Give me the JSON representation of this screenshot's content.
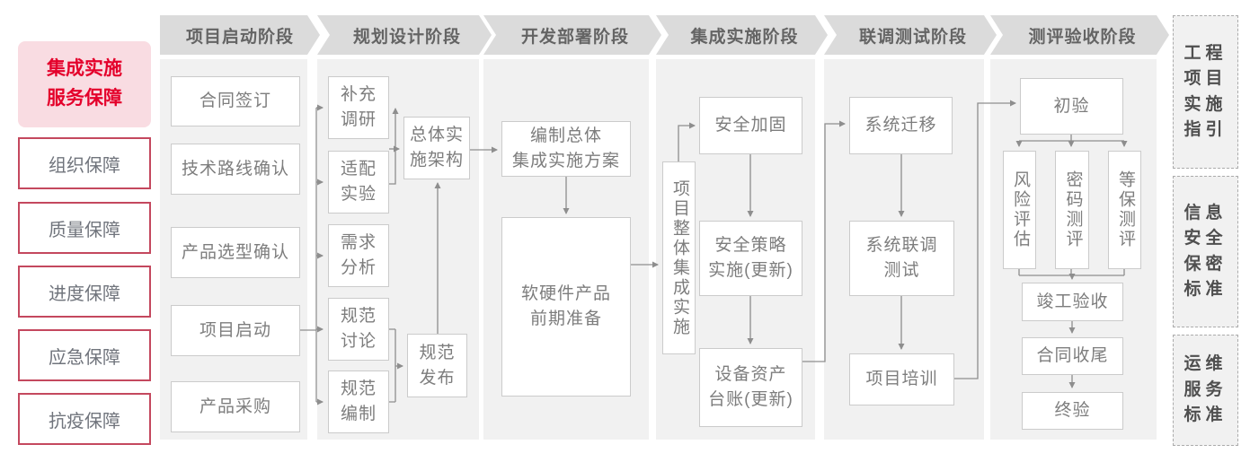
{
  "legend": {
    "title": "集成实施\n服务保障",
    "items": [
      {
        "label": "组织保障"
      },
      {
        "label": "质量保障"
      },
      {
        "label": "进度保障"
      },
      {
        "label": "应急保障"
      },
      {
        "label": "抗疫保障"
      }
    ]
  },
  "phases": [
    {
      "label": "项目启动阶段",
      "boxes": [
        {
          "label": "合同签订"
        },
        {
          "label": "技术路线确认"
        },
        {
          "label": "产品选型确认"
        },
        {
          "label": "项目启动"
        },
        {
          "label": "产品采购"
        }
      ]
    },
    {
      "label": "规划设计阶段",
      "boxes": [
        {
          "label": "补充\n调研"
        },
        {
          "label": "适配\n实验"
        },
        {
          "label": "需求\n分析"
        },
        {
          "label": "规范\n讨论"
        },
        {
          "label": "规范\n编制"
        },
        {
          "label": "总体实\n施架构"
        },
        {
          "label": "规范\n发布"
        }
      ]
    },
    {
      "label": "开发部署阶段",
      "boxes": [
        {
          "label": "编制总体\n集成实施方案"
        },
        {
          "label": "软硬件产品\n前期准备"
        }
      ]
    },
    {
      "label": "集成实施阶段",
      "boxes": [
        {
          "label": "项目整体集成实施"
        },
        {
          "label": "安全加固"
        },
        {
          "label": "安全策略\n实施(更新)"
        },
        {
          "label": "设备资产\n台账(更新)"
        }
      ]
    },
    {
      "label": "联调测试阶段",
      "boxes": [
        {
          "label": "系统迁移"
        },
        {
          "label": "系统联调\n测试"
        },
        {
          "label": "项目培训"
        }
      ]
    },
    {
      "label": "测评验收阶段",
      "boxes": [
        {
          "label": "初验"
        },
        {
          "label": "风险评估"
        },
        {
          "label": "密码测评"
        },
        {
          "label": "等保测评"
        },
        {
          "label": "竣工验收"
        },
        {
          "label": "合同收尾"
        },
        {
          "label": "终验"
        }
      ]
    }
  ],
  "standards": [
    {
      "label": "工程\n项目\n实施\n指引"
    },
    {
      "label": "信息\n安全\n保密\n标准"
    },
    {
      "label": "运维\n服务\n标准"
    }
  ],
  "colors": {
    "accent_red": "#e4002b",
    "legend_pink_bg": "#f9dce2",
    "legend_border_red": "#c4485e",
    "banner_bg": "#dbdbdb",
    "banner_text": "#646464",
    "panel_bg": "#f1f1f1",
    "box_border": "#cbcbcb",
    "box_text": "#7d7d7d",
    "connector": "#8e8e8e",
    "standard_border": "#ababab"
  }
}
